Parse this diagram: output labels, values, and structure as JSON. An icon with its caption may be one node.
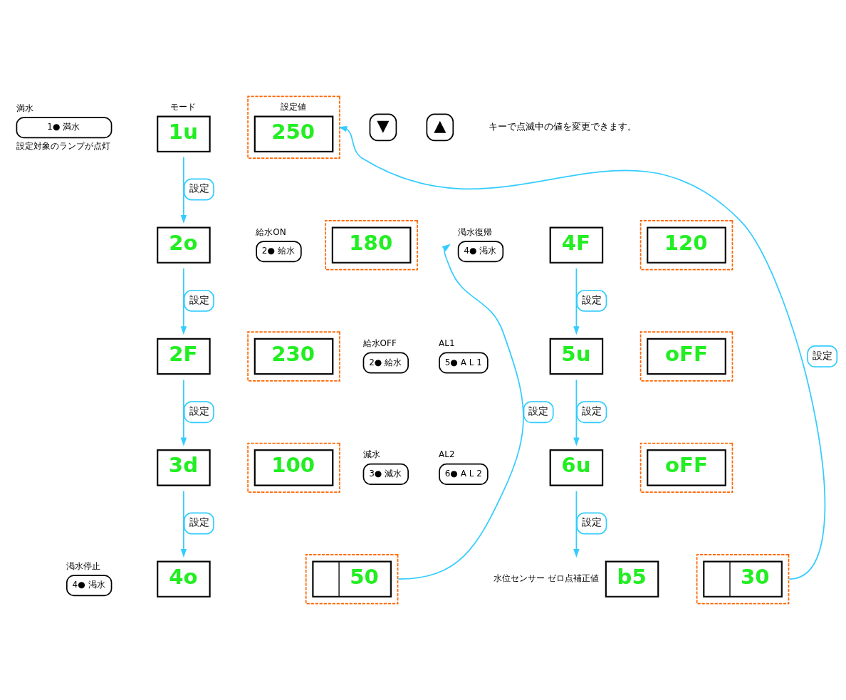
{
  "diagram": {
    "nodes": [
      {
        "text": [
          "満水",
          "1● 満水"
        ],
        "beside": [
          "設定対象のランプが点灯"
        ]
      },
      {
        "text": [
          "モード",
          "1u"
        ]
      },
      {
        "text": [
          "設定値",
          "250"
        ]
      },
      {
        "text": [
          "▼"
        ]
      },
      {
        "text": [
          "▲"
        ]
      },
      {
        "text": [
          "給水ON",
          "2● 給水"
        ]
      },
      {
        "text": [
          "2o"
        ]
      },
      {
        "text": [
          "180"
        ]
      },
      {
        "text": [
          "渇水復帰",
          "4● 渇水"
        ]
      },
      {
        "text": [
          "4F"
        ]
      },
      {
        "text": [
          "120"
        ]
      },
      {
        "text": [
          "給水OFF",
          "2● 給水"
        ]
      },
      {
        "text": [
          "2F"
        ]
      },
      {
        "text": [
          "230"
        ]
      },
      {
        "text": [
          "AL1",
          "5● A L 1"
        ]
      },
      {
        "text": [
          "5u"
        ]
      },
      {
        "text": [
          "oFF"
        ]
      },
      {
        "text": [
          "減水",
          "3● 減水"
        ]
      },
      {
        "text": [
          "3d"
        ]
      },
      {
        "text": [
          "100"
        ]
      },
      {
        "text": [
          "AL2",
          "6● A L 2"
        ]
      },
      {
        "text": [
          "6u"
        ]
      },
      {
        "text": [
          "oFF"
        ]
      },
      {
        "text": [
          "渇水停止",
          "4● 渇水"
        ]
      },
      {
        "text": [
          "4o"
        ]
      },
      {
        "text": [
          "50"
        ]
      },
      {
        "text": [
          "b5"
        ],
        "beside": [
          "水位センサー ゼロ点補正値"
        ]
      },
      {
        "text": [
          "30"
        ]
      }
    ],
    "edges": [
      {
        "from": 1,
        "to": 6,
        "arrow": "to",
        "label": "設定"
      },
      {
        "from": 6,
        "to": 12,
        "arrow": "to",
        "label": "設定"
      },
      {
        "from": 12,
        "to": 18,
        "arrow": "to",
        "label": "設定"
      },
      {
        "from": 18,
        "to": 24,
        "arrow": "to",
        "label": "設定"
      },
      {
        "from": 25,
        "to": 8,
        "arrow": "to",
        "label": "設定"
      },
      {
        "from": 9,
        "to": 15,
        "arrow": "to",
        "label": "設定"
      },
      {
        "from": 15,
        "to": 21,
        "arrow": "to",
        "label": "設定"
      },
      {
        "from": 21,
        "to": 26,
        "arrow": "to",
        "label": "設定"
      },
      {
        "from": 27,
        "to": 2,
        "arrow": "to",
        "label": "設定"
      }
    ],
    "labels": [
      "キーで点滅中の値を変更できます。"
    ]
  }
}
